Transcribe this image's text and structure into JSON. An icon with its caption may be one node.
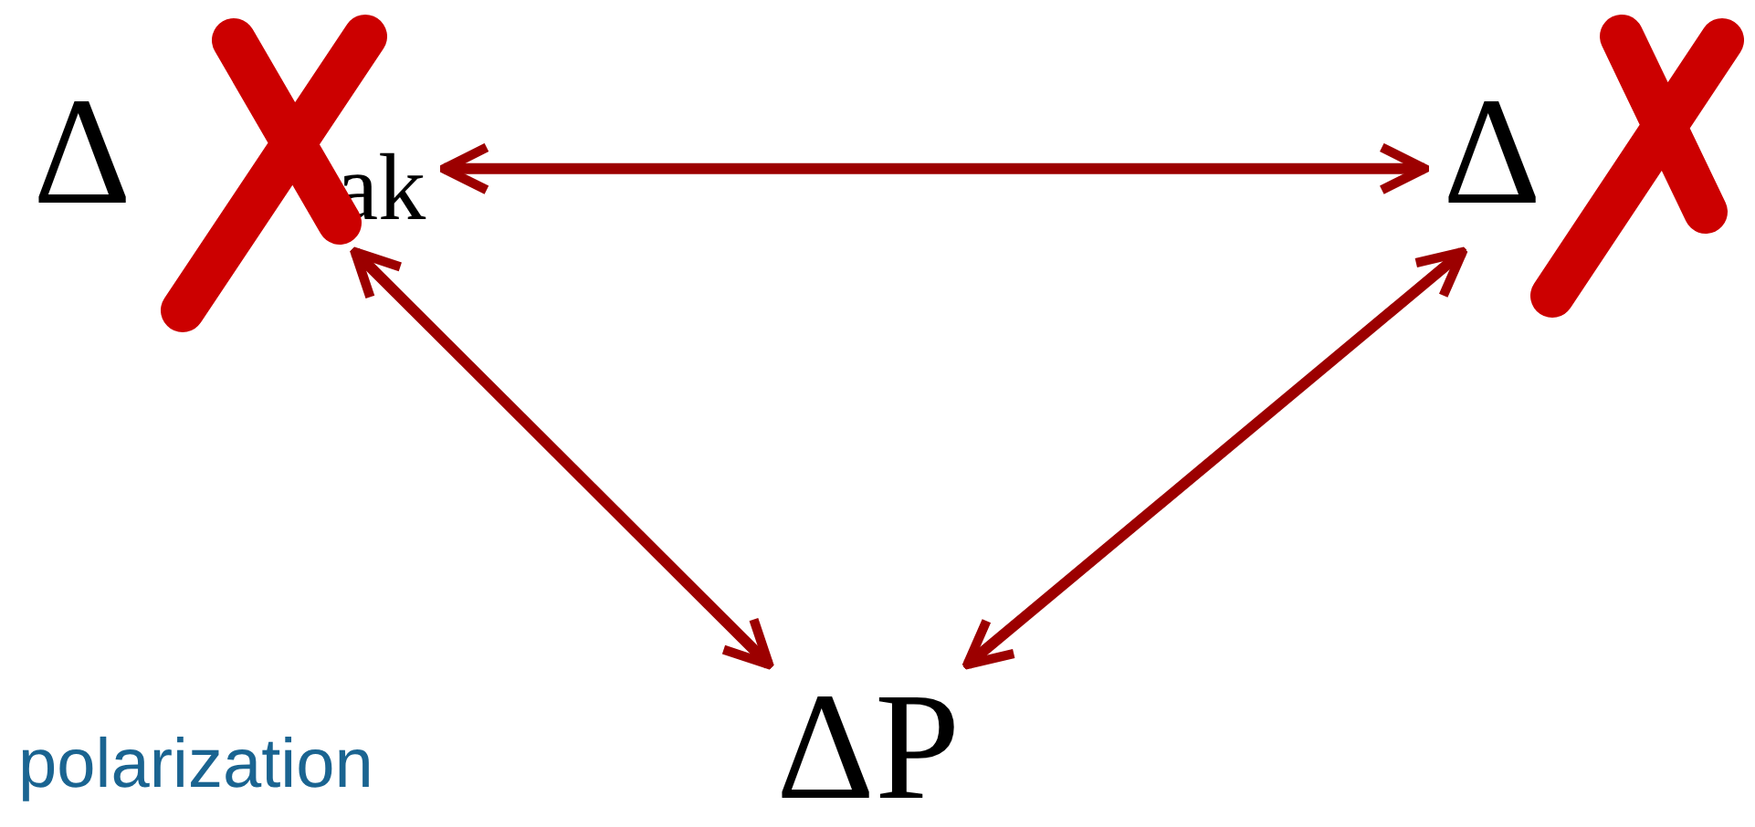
{
  "diagram": {
    "nodes": [
      {
        "text": [
          "Δ",
          "ak"
        ]
      },
      {
        "text": [
          "Δ"
        ]
      },
      {
        "text": [
          "ΔP"
        ]
      }
    ],
    "edges": [
      {
        "from": 0,
        "to": 1,
        "arrow": "both"
      },
      {
        "from": 0,
        "to": 2,
        "arrow": "both"
      },
      {
        "from": 1,
        "to": 2,
        "arrow": "both"
      }
    ],
    "labels": [
      "polarization"
    ]
  }
}
